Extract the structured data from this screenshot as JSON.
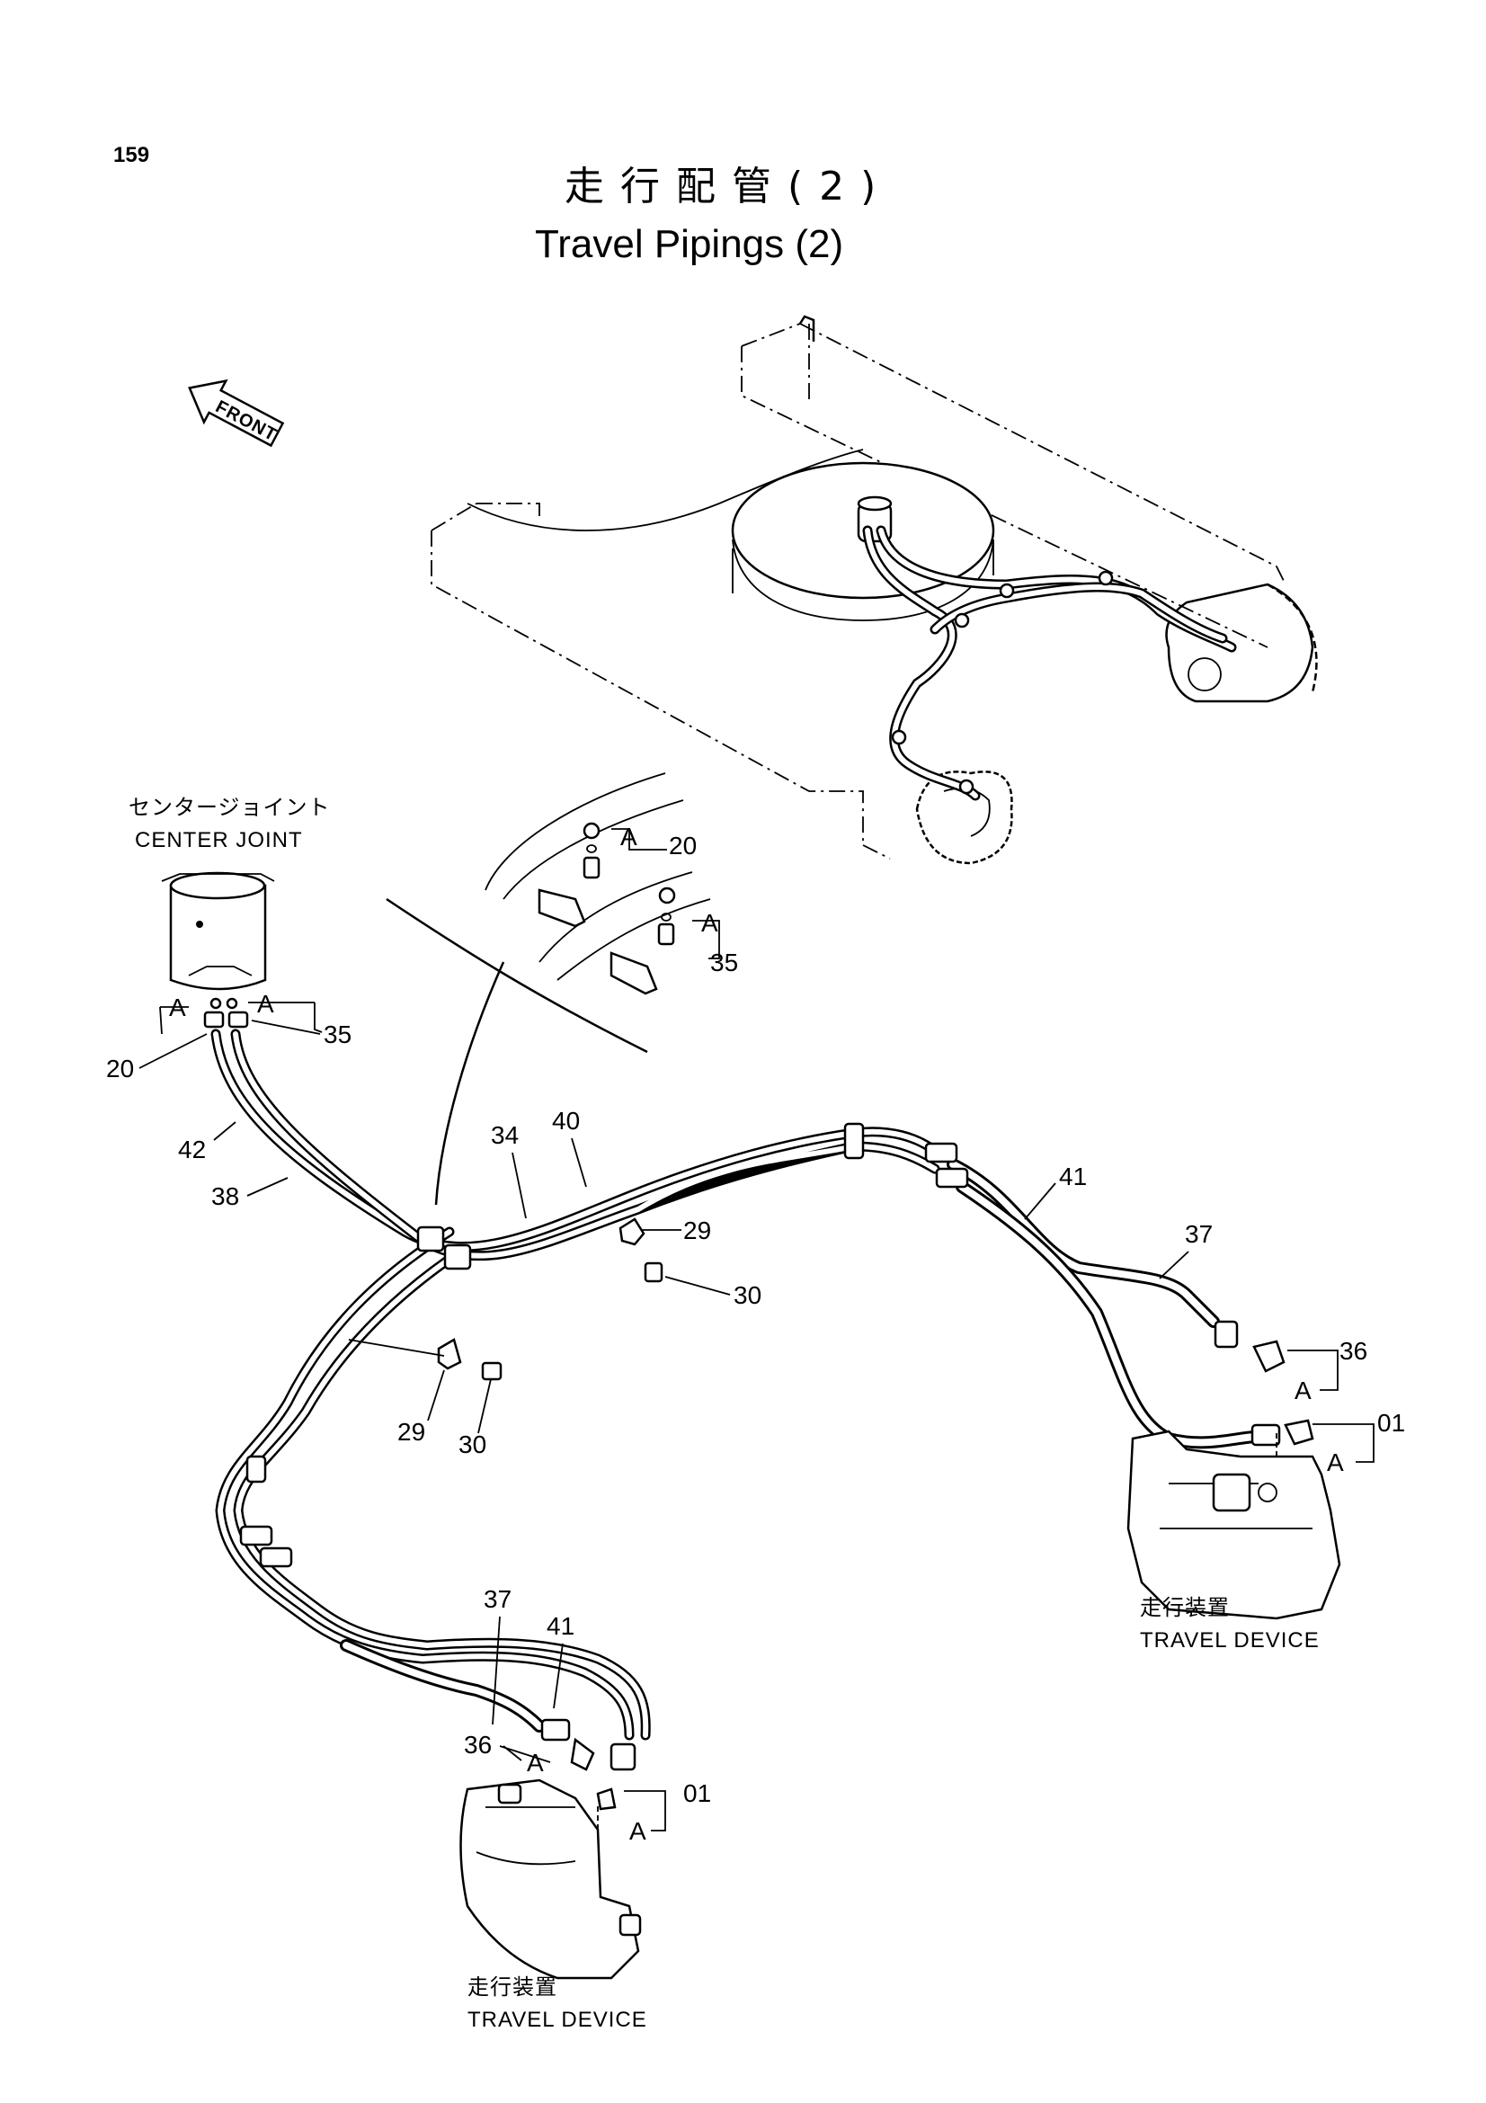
{
  "page_number": "159",
  "title_jp": "走行配管(2)",
  "title_en": "Travel Pipings (2)",
  "front_label": "FRONT",
  "center_joint": {
    "label_jp": "センタージョイント",
    "label_en": "CENTER JOINT"
  },
  "travel_device": {
    "label_jp": "走行装置",
    "label_en": "TRAVEL DEVICE"
  },
  "callouts": {
    "p01": "01",
    "p20": "20",
    "p29": "29",
    "p30": "30",
    "p34": "34",
    "p35": "35",
    "p36": "36",
    "p37": "37",
    "p38": "38",
    "p40": "40",
    "p41": "41",
    "p42": "42",
    "a": "A"
  }
}
